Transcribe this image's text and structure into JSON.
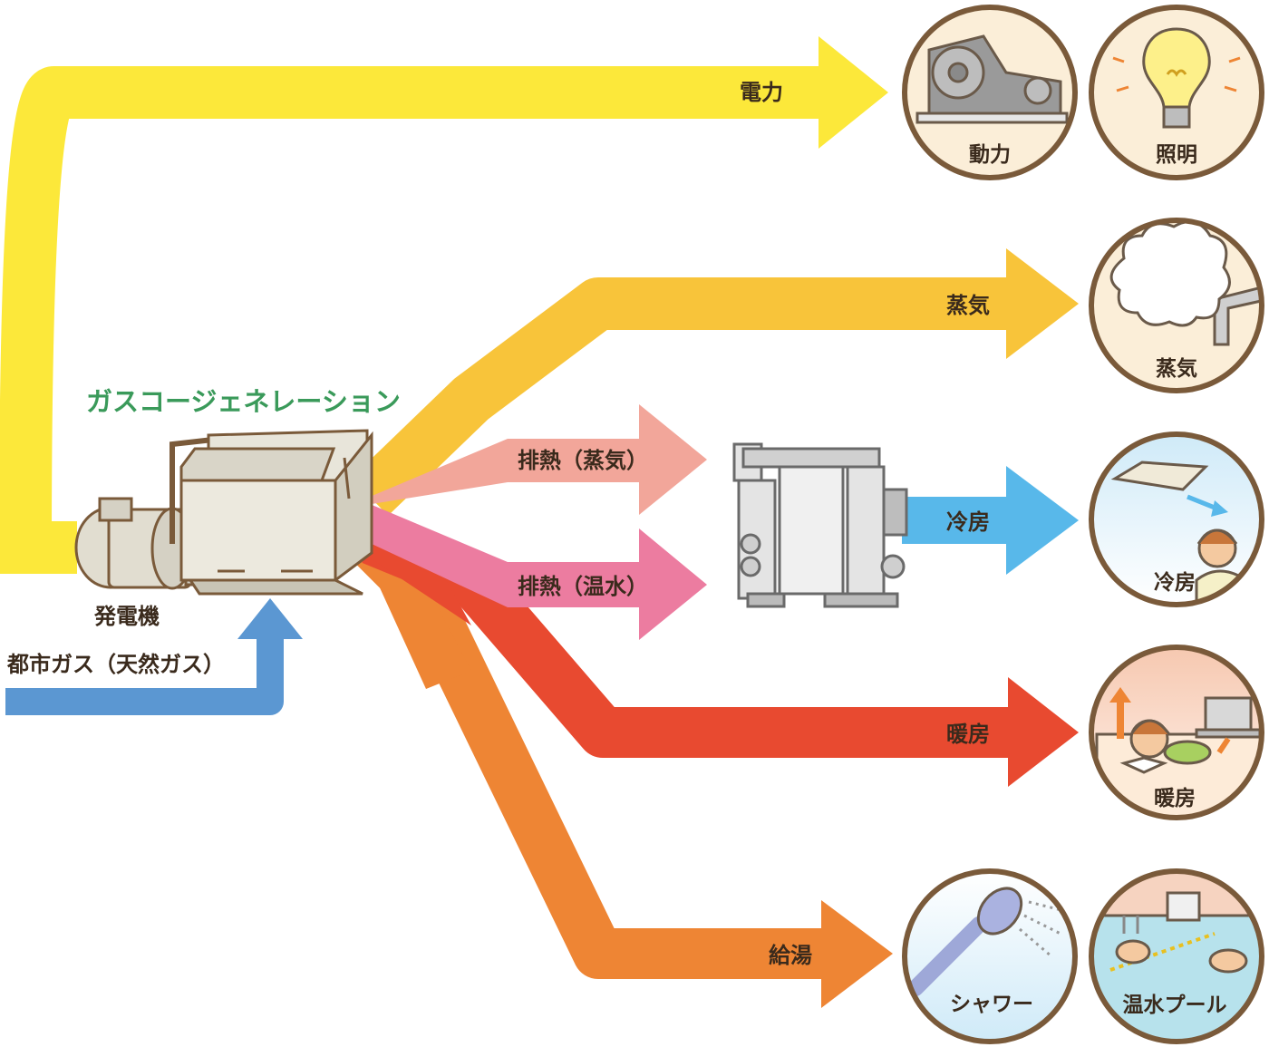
{
  "title": "ガスコージェネレーション",
  "generator_label": "発電機",
  "input_label": "都市ガス（天然ガス）",
  "flows": {
    "electricity": "電力",
    "steam": "蒸気",
    "exhaust_steam": "排熱（蒸気）",
    "exhaust_hot_water": "排熱（温水）",
    "cooling": "冷房",
    "heating": "暖房",
    "hot_water_supply": "給湯"
  },
  "uses": {
    "power": "動力",
    "lighting": "照明",
    "steam": "蒸気",
    "cooling": "冷房",
    "heating": "暖房",
    "shower": "シャワー",
    "heated_pool": "温水プール"
  },
  "colors": {
    "electricity": "#fce83a",
    "steam": "#f8c43a",
    "exhaust_steam": "#f2a69a",
    "exhaust_hot_water": "#ec7ca0",
    "heating": "#e84a30",
    "hot_water_supply": "#ee8534",
    "cooling": "#58b8ea",
    "gas": "#5b97d2",
    "title": "#3a9a5a",
    "circle_border": "#7a5a3a"
  }
}
